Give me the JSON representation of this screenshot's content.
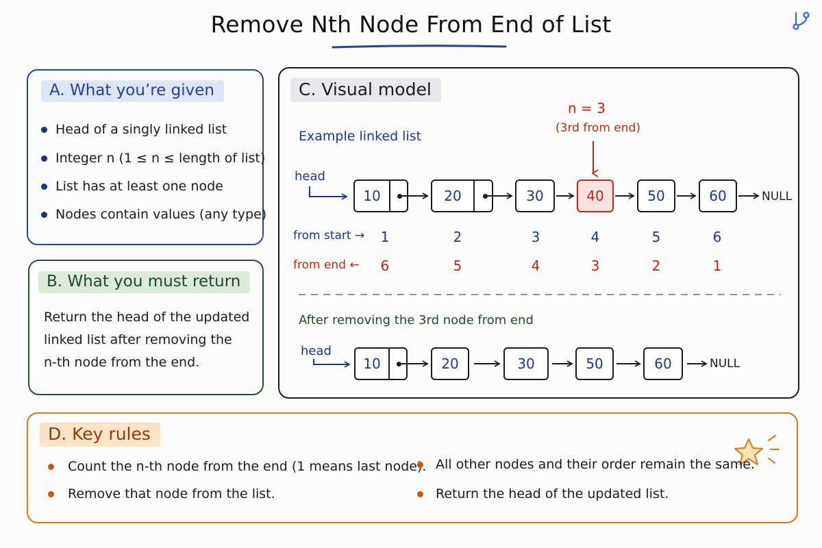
{
  "title": "Remove Nth Node From End of List",
  "icons": {
    "logo": "branch-icon",
    "star": "star-icon"
  },
  "colors": {
    "given": "#27449c",
    "must_return": "#23522f",
    "visual": "#1b1b1b",
    "rules": "#d4771f",
    "highlight": "#b8291c"
  },
  "section_a": {
    "heading": "A. What you’re given",
    "bullets": [
      "Head of a singly linked list",
      "Integer n (1 ≤ n ≤ length of list)",
      "List has at least one node",
      "Nodes contain values (any type)"
    ]
  },
  "section_b": {
    "heading": "B. What you must return",
    "lines": [
      "Return the head of the updated",
      "linked list after removing the",
      "n-th node from the end."
    ]
  },
  "section_c": {
    "heading": "C. Visual model",
    "example_label": "Example linked list",
    "n_label": "n = 3",
    "n_sub": "(3rd from end)",
    "head_label": "head",
    "null_label": "NULL",
    "nodes": [
      "10",
      "20",
      "30",
      "40",
      "50",
      "60"
    ],
    "highlighted_index": 3,
    "from_start_label": "from start →",
    "from_end_label": "from end ←",
    "from_start": [
      "1",
      "2",
      "3",
      "4",
      "5",
      "6"
    ],
    "from_end": [
      "6",
      "5",
      "4",
      "3",
      "2",
      "1"
    ],
    "after_label": "After removing the 3rd node from end",
    "after_head_label": "head",
    "after_nodes": [
      "10",
      "20",
      "30",
      "50",
      "60"
    ],
    "after_null_label": "NULL"
  },
  "section_d": {
    "heading": "D. Key rules",
    "rules": [
      "Count the n-th node from the end (1 means last node).",
      "Remove that node from the list.",
      "All other nodes and their order remain the same.",
      "Return the head of the updated list."
    ]
  }
}
